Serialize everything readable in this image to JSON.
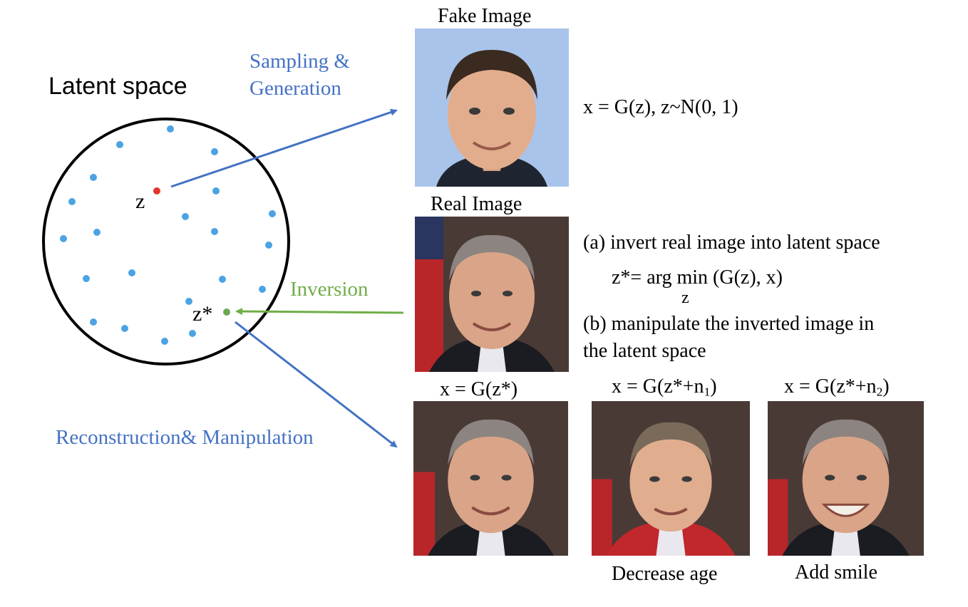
{
  "latent_title": "Latent space",
  "points": {
    "z": "z",
    "z_star": "z*"
  },
  "arrows": {
    "sampling_line1": "Sampling &",
    "sampling_line2": "Generation",
    "inversion": "Inversion",
    "reconstruction": "Reconstruction& Manipulation"
  },
  "fake_image": {
    "label": "Fake Image",
    "formula": "x = G(z), z~N(0, 1)"
  },
  "real_image": {
    "label": "Real Image"
  },
  "steps": {
    "a": "(a) invert real image into latent space",
    "a_formula_prefix": "z*= arg min (G(z), x)",
    "a_formula_sub": "z",
    "b_line1": "(b) manipulate the inverted image in",
    "b_line2": "the latent space"
  },
  "outputs": [
    {
      "formula": "x = G(z*)",
      "formula_tail": "",
      "caption": ""
    },
    {
      "formula": "x = G(z*+n",
      "sub": "1",
      "formula_tail": ")",
      "caption": "Decrease age"
    },
    {
      "formula": "x = G(z*+n",
      "sub": "2",
      "formula_tail": ")",
      "caption": "Add smile"
    }
  ],
  "colors": {
    "blue_text": "#4472c4",
    "green_text": "#70ad47",
    "dot_blue": "#4ba3e3",
    "dot_red": "#e0362b",
    "dot_green": "#6aa84f"
  }
}
